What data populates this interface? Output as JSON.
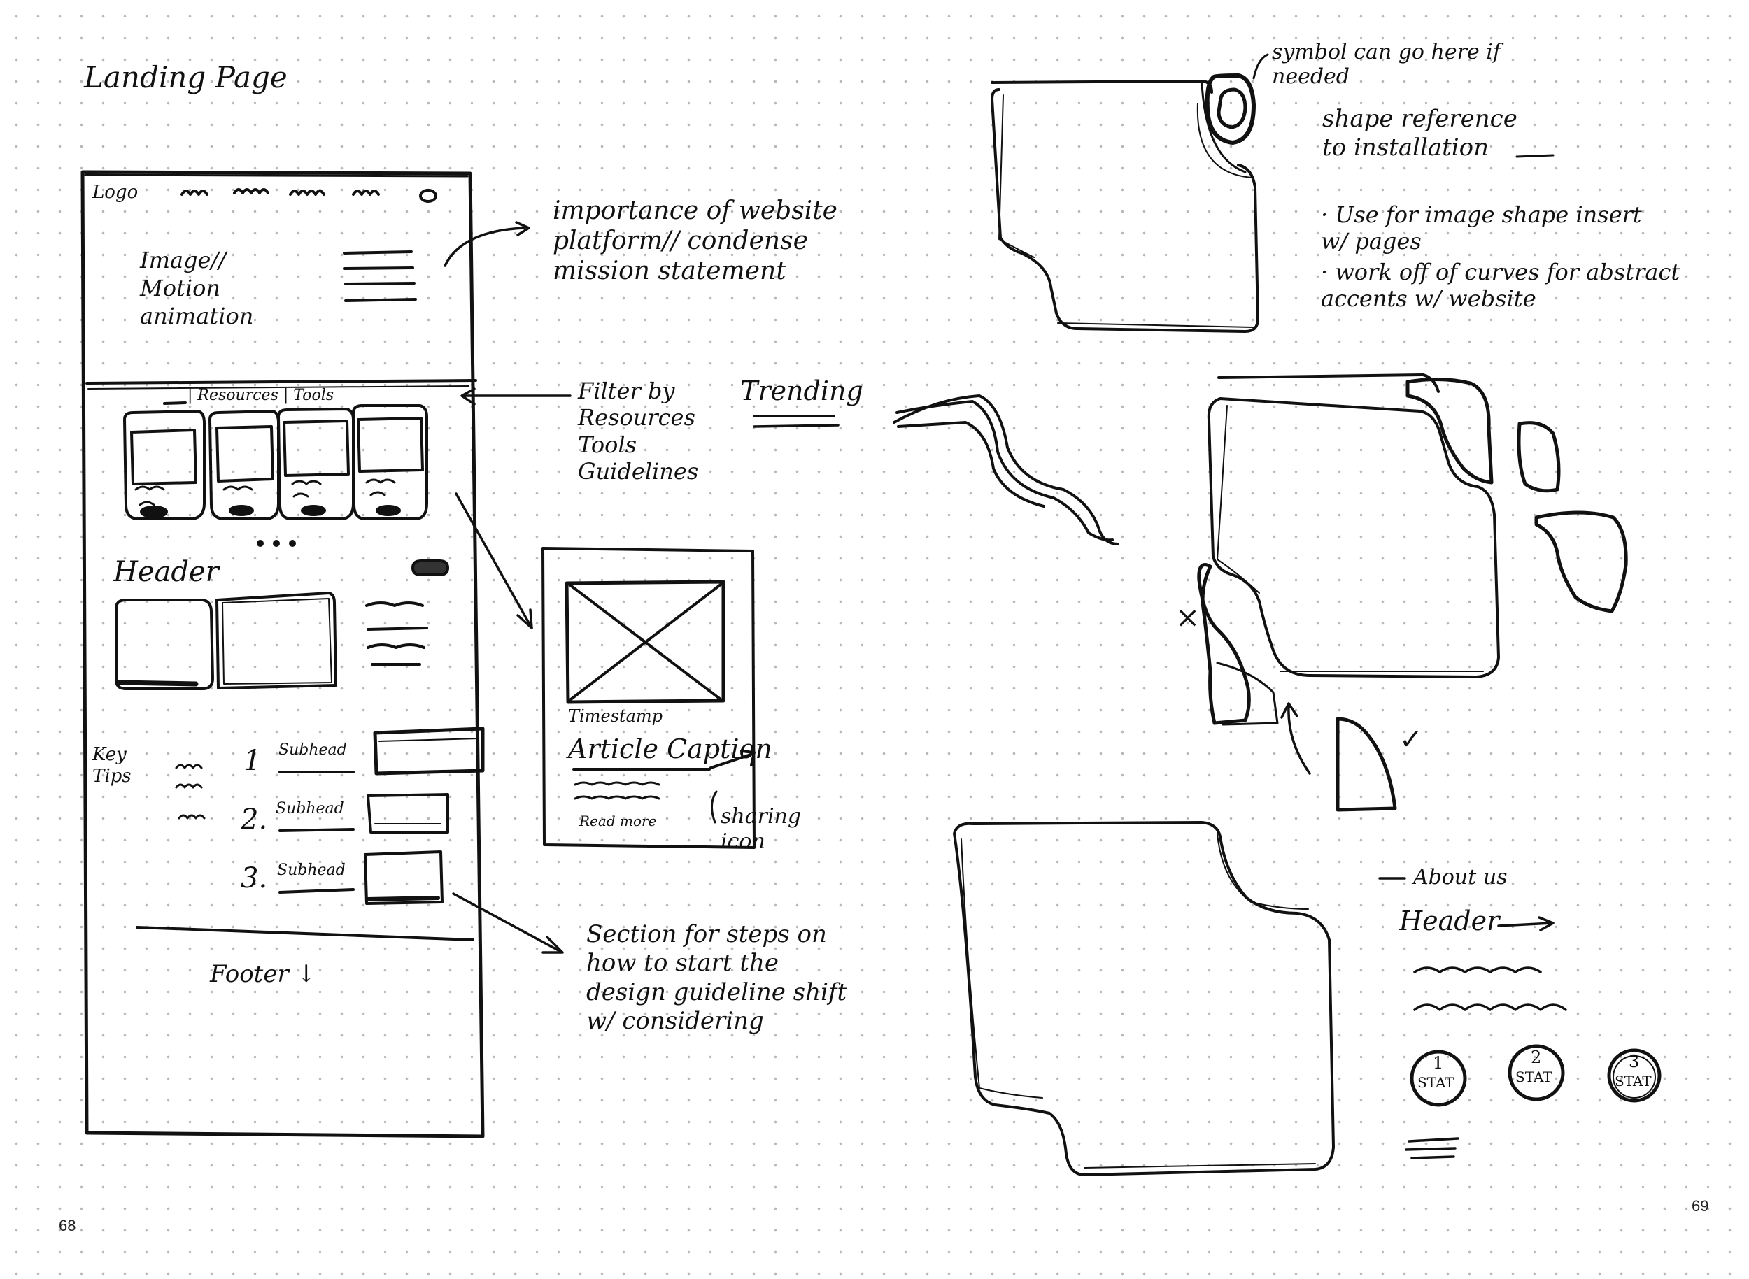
{
  "left_page": {
    "title": "Landing Page",
    "page_number": "68",
    "wireframe": {
      "logo": "Logo",
      "hero_media": "Image// Motion animation",
      "resources_tab": "| Resources | Tools",
      "header": "Header",
      "key_tips": "Key Tips",
      "steps": [
        {
          "number": "1",
          "label": "Subhead"
        },
        {
          "number": "2.",
          "label": "Subhead"
        },
        {
          "number": "3.",
          "label": "Subhead"
        }
      ],
      "footer": "Footer ↓"
    },
    "notes": {
      "importance": "importance of website platform// condense mission statement",
      "filter_by": "Filter by Resources Tools Guidelines",
      "trending": "Trending",
      "steps_section": "Section for steps on how to start the design guideline shift w/ considering"
    },
    "article_card": {
      "timestamp": "Timestamp",
      "caption": "Article Caption",
      "read_more": "Read more",
      "sharing_note": "sharing icon"
    }
  },
  "right_page": {
    "page_number": "69",
    "notes": {
      "symbol": "symbol can go here if needed",
      "shape_reference": "shape reference to installation",
      "use_for": "· Use for image shape insert w/ pages",
      "work_off": "· work off of curves for abstract accents w/ website"
    },
    "marks": {
      "reject": "×",
      "approve": "✓"
    },
    "about": {
      "label": "About us",
      "header": "Header",
      "stats": [
        {
          "number": "1",
          "label": "STAT"
        },
        {
          "number": "2",
          "label": "STAT"
        },
        {
          "number": "3",
          "label": "STAT"
        }
      ]
    }
  }
}
